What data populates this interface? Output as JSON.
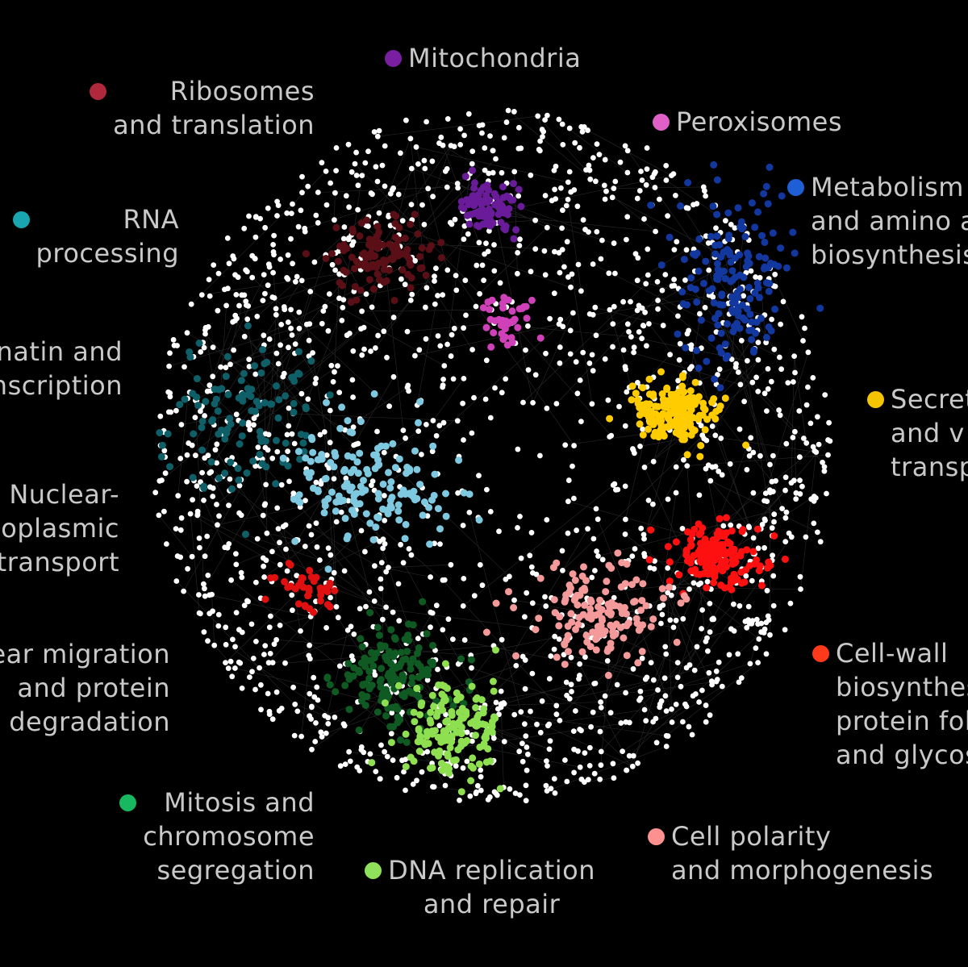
{
  "colors": {
    "background": "#000000",
    "node": "#ffffff",
    "edge": "#ffffff"
  },
  "labels": {
    "mitochondria": {
      "lines": [
        "Mitochondria"
      ],
      "color": "#7b1fa2"
    },
    "ribosomes": {
      "lines": [
        "Ribosomes",
        "and translation"
      ],
      "color": "#b0283c"
    },
    "peroxisomes": {
      "lines": [
        "Peroxisomes"
      ],
      "color": "#e060c8"
    },
    "metabolism": {
      "lines": [
        "Metabolism",
        "and amino a",
        "biosynthesis"
      ],
      "color": "#1f5fd6"
    },
    "rna": {
      "lines": [
        "RNA",
        "processing"
      ],
      "color": "#1aa6b0"
    },
    "chromatin": {
      "lines": [
        "natin and",
        "nscription"
      ]
    },
    "secretion": {
      "lines": [
        "Secret",
        "and v",
        "transp"
      ],
      "color": "#f5c400"
    },
    "nuclear": {
      "lines": [
        "Nuclear-",
        "oplasmic",
        "transport"
      ]
    },
    "migration": {
      "lines": [
        "ear migration",
        "and protein",
        "degradation"
      ]
    },
    "cellwall": {
      "lines": [
        "Cell-wall",
        "biosynthes",
        "protein fol",
        "and glycos"
      ],
      "color": "#ff3a1a"
    },
    "mitosis": {
      "lines": [
        "Mitosis and",
        "chromosome",
        "segregation"
      ],
      "color": "#18b860"
    },
    "dna": {
      "lines": [
        "DNA replication",
        "and repair"
      ],
      "color": "#8fe05a"
    },
    "polarity": {
      "lines": [
        "Cell polarity",
        "and morphogenesis"
      ],
      "color": "#ff9090"
    }
  },
  "clusters": [
    {
      "name": "mitochondria",
      "color": "#6a1b9a",
      "count": 90
    },
    {
      "name": "ribosomes",
      "color": "#5a0f16",
      "count": 110
    },
    {
      "name": "rna-processing",
      "color": "#0f5f68",
      "count": 110
    },
    {
      "name": "nuclear-cytoplasmic-transport",
      "color": "#7ec8e0",
      "count": 150
    },
    {
      "name": "peroxisomes",
      "color": "#d040b8",
      "count": 40
    },
    {
      "name": "metabolism",
      "color": "#1238a0",
      "count": 160
    },
    {
      "name": "secretion",
      "color": "#ffcc00",
      "count": 170
    },
    {
      "name": "cell-wall",
      "color": "#ff1010",
      "count": 170
    },
    {
      "name": "cell-polarity",
      "color": "#f59a9a",
      "count": 140
    },
    {
      "name": "mitosis",
      "color": "#0e5a22",
      "count": 150
    },
    {
      "name": "dna-replication",
      "color": "#8ee050",
      "count": 150
    },
    {
      "name": "nuclear-migration",
      "color": "#e01010",
      "count": 40
    }
  ]
}
